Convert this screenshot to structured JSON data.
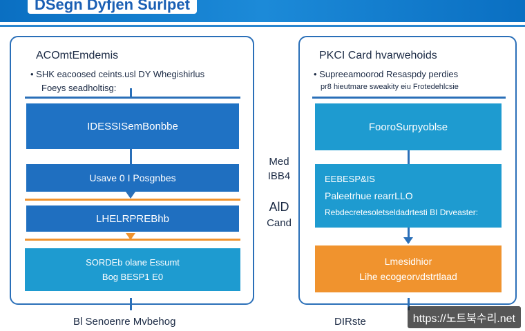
{
  "header": {
    "title": "DSegn Dyfjen Surlpet"
  },
  "left_panel": {
    "title": "ACOmtEmdemis",
    "bullet_line1": "SHK eacoosed ceints.usl DY Whegishirlus",
    "bullet_line2": "Foeys seadholtisg:",
    "box1": "IDESSISemBonbbe",
    "box2": "Usave 0 I   Posgnbes",
    "box3": "LHELRPREBhb",
    "box4_line1": "SORDEb olane Essumt",
    "box4_line2": "Bog BESP1 E0",
    "footer": "Bl Senoenre Mvbehog"
  },
  "middle": {
    "label1_line1": "Med",
    "label1_line2": "IBB4",
    "label2_line1": "AlD",
    "label2_line2": "Cand"
  },
  "right_panel": {
    "title": "PKCI Card hvarwehoids",
    "bullet_line1": "Supreeamoorod Resaspdy perdies",
    "bullet_line2": "pr8 hieutmare sweakity eiu Frotedehlcsie",
    "box1": "FooroSurpyoblse",
    "box2_line1": "EEBESP&IS",
    "box2_line2": "Paleetrhue rearrLLO",
    "box2_line3": "Rebdecretesoletseldadrtesti BI Drveaster:",
    "box3_line1": "Lmesidhior",
    "box3_line2": "Lihe ecogeorvdstrtlaad",
    "footer": "DIRste"
  },
  "watermark": "https://노트북수리.net",
  "colors": {
    "blue_dark": "#1f6fc0",
    "blue_teal": "#1e9bd0",
    "orange": "#f0932e",
    "outline": "#2a6fb8"
  }
}
